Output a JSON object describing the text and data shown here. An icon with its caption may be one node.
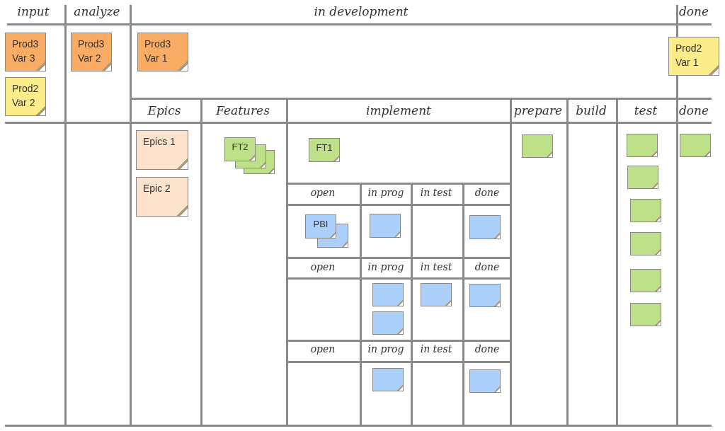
{
  "diagram": {
    "nodes": [
      {
        "text": [
          "Prod3 Var 3"
        ]
      },
      {
        "text": [
          "Prod3 Var 2"
        ]
      },
      {
        "text": [
          "Prod3 Var 1"
        ]
      },
      {
        "text": [
          "Prod2 Var 1"
        ]
      },
      {
        "text": [
          "Prod2 Var 2"
        ]
      },
      {
        "text": [
          "Epics 1"
        ]
      },
      {
        "text": [
          "Epic 2"
        ]
      },
      {
        "text": [
          "FT2"
        ]
      },
      {
        "text": [
          "FT1"
        ]
      },
      {
        "text": [],
        "shape": "box"
      },
      {
        "text": [],
        "shape": "box"
      },
      {
        "text": [],
        "shape": "box"
      },
      {
        "text": [],
        "shape": "box"
      },
      {
        "text": [],
        "shape": "box"
      },
      {
        "text": [],
        "shape": "box"
      },
      {
        "text": [],
        "shape": "box"
      },
      {
        "text": [],
        "shape": "box"
      },
      {
        "text": [
          "PBI"
        ]
      },
      {
        "text": [],
        "shape": "box"
      },
      {
        "text": [],
        "shape": "box"
      },
      {
        "text": [],
        "shape": "box"
      },
      {
        "text": [],
        "shape": "box"
      },
      {
        "text": [],
        "shape": "box"
      },
      {
        "text": [],
        "shape": "box"
      },
      {
        "text": [],
        "shape": "box"
      },
      {
        "text": [],
        "shape": "box"
      }
    ],
    "labels": [
      "input",
      "analyze",
      "in development",
      "done",
      "Epics",
      "Features",
      "implement",
      "prepare",
      "build",
      "test",
      "done",
      "open",
      "in prog",
      "in test",
      "done",
      "open",
      "in prog",
      "in test",
      "done",
      "open",
      "in prog",
      "in test",
      "done"
    ]
  }
}
